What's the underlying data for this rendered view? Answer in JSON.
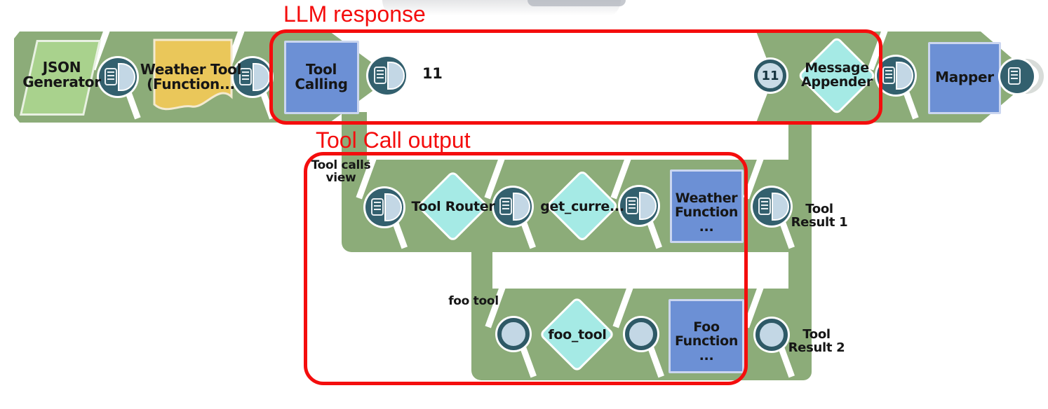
{
  "annotations": {
    "llm_response_label": "LLM response",
    "tool_call_output_label": "Tool Call output"
  },
  "nodes": {
    "json_generator": "JSON\nGenerator",
    "weather_tool": "Weather Tool\n(Function...",
    "tool_calling": "Tool\nCalling",
    "message_appender": "Message\nAppender",
    "mapper": "Mapper",
    "tool_router": "Tool Router",
    "get_current": "get_curre...",
    "weather_function": "Weather\nFunction ...",
    "foo_tool": "foo_tool",
    "foo_function": "Foo\nFunction ..."
  },
  "connectors": {
    "tool_calling_output_count": "11",
    "message_appender_input_count": "11"
  },
  "labels": {
    "tool_calls_view": "Tool calls\nview",
    "foo_tool": "foo tool",
    "tool_result_1": "Tool\nResult 1",
    "tool_result_2": "Tool\nResult 2"
  },
  "colors": {
    "band_green": "#8CAC79",
    "node_green": "#A9D28D",
    "node_yellow": "#EAC75A",
    "node_blue": "#6C90D5",
    "node_cyan": "#A5EAE5",
    "connector_teal": "#33606E",
    "connector_light_blue": "#C3D7E5",
    "annotation_red": "#F40D0D"
  }
}
